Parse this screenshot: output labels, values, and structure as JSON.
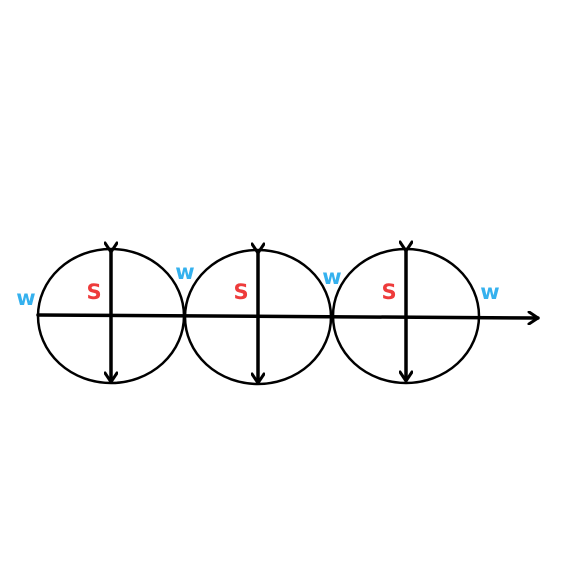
{
  "colors": {
    "stroke": "#000000",
    "w_label": "#35b1ee",
    "s_label": "#ee3b3b",
    "background": "#ffffff"
  },
  "labels": {
    "w": "w",
    "s": "S"
  },
  "loops": [
    {
      "s": "S"
    },
    {
      "s": "S"
    },
    {
      "s": "S"
    }
  ],
  "w_labels": [
    "w",
    "w",
    "w",
    "w"
  ]
}
